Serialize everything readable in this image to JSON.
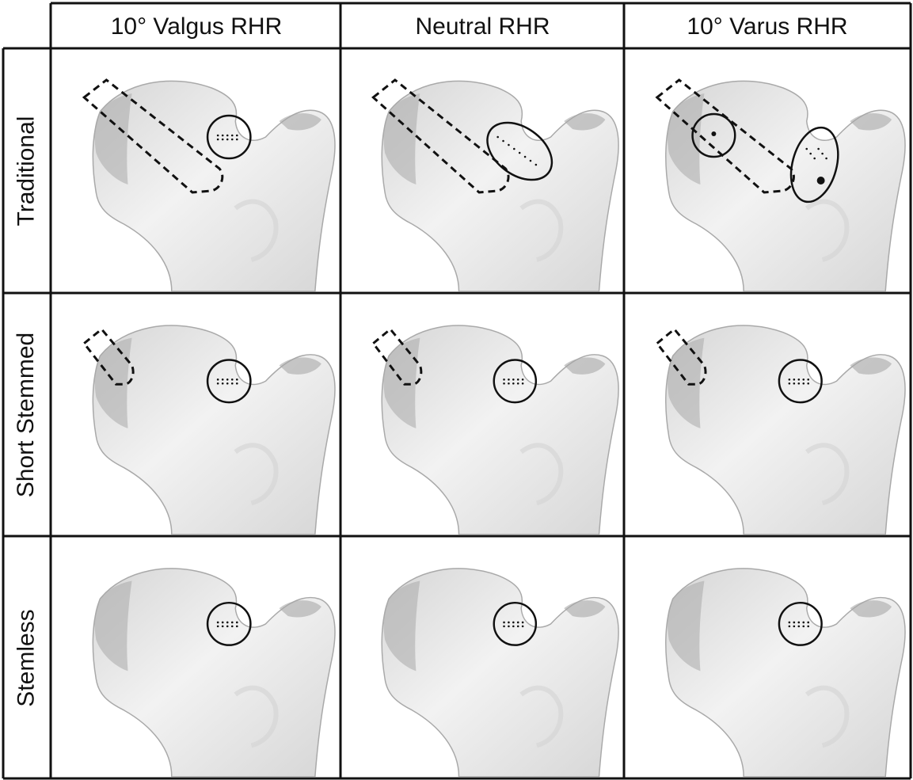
{
  "columns": [
    "10° Valgus RHR",
    "Neutral RHR",
    "10° Varus RHR"
  ],
  "rows": [
    "Traditional",
    "Short Stemmed",
    "Stemless"
  ],
  "colors": {
    "grid_line": "#111111",
    "bone_light": "#f2f2f2",
    "bone_mid": "#d6d6d6",
    "bone_dark": "#a9a9a9",
    "marker": "#111111"
  },
  "cells": [
    [
      {
        "stem": "long",
        "highlights": [
          "single-circle"
        ]
      },
      {
        "stem": "long",
        "highlights": [
          "ellipse"
        ]
      },
      {
        "stem": "long",
        "highlights": [
          "circle-on-stem",
          "ellipse-vertical"
        ]
      }
    ],
    [
      {
        "stem": "short",
        "highlights": [
          "single-circle"
        ]
      },
      {
        "stem": "short",
        "highlights": [
          "single-circle"
        ]
      },
      {
        "stem": "short",
        "highlights": [
          "single-circle"
        ]
      }
    ],
    [
      {
        "stem": "none",
        "highlights": [
          "single-circle"
        ]
      },
      {
        "stem": "none",
        "highlights": [
          "single-circle"
        ]
      },
      {
        "stem": "none",
        "highlights": [
          "single-circle"
        ]
      }
    ]
  ]
}
